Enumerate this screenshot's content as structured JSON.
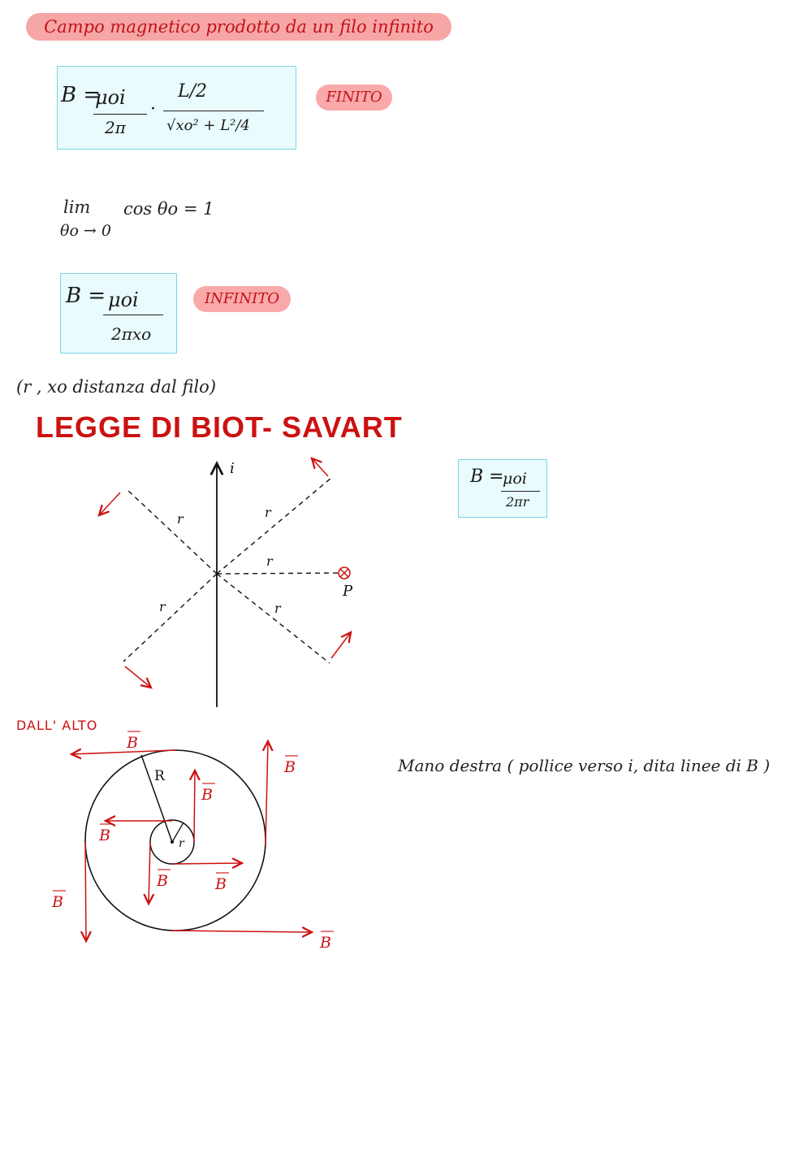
{
  "title": "Campo magnetico prodotto da un filo infinito",
  "finite_formula": {
    "B": "B =",
    "num1": "μoi",
    "den1": "2π",
    "dot": "·",
    "num2": "L/2",
    "den2": "√xo² + L²/4",
    "tag": "FINITO"
  },
  "limit": {
    "lim": "lim",
    "cond": "θo → 0",
    "expr": "cos θo = 1"
  },
  "infinite_formula": {
    "B": "B =",
    "num": "μoi",
    "den": "2πxo",
    "tag": "INFINITO"
  },
  "distance_note": "(r , xo distanza dal filo)",
  "section_heading": "LEGGE DI BIOT- SAVART",
  "biot_formula": {
    "B": "B =",
    "num": "μoi",
    "den": "2πr"
  },
  "wire_diagram": {
    "current_label": "i",
    "radius_label": "r",
    "point_label": "P"
  },
  "top_view": {
    "label": "DALL' ALTO",
    "big_radius_label": "R",
    "small_radius_label": "r",
    "field_label": "B"
  },
  "right_hand_note": "Mano destra ( pollice verso i, dita linee di B )",
  "colors": {
    "highlight": "#f7a6a6",
    "red_ink": "#cc1111",
    "box_fill": "#e9fbfd",
    "box_border": "#79d6e6"
  }
}
